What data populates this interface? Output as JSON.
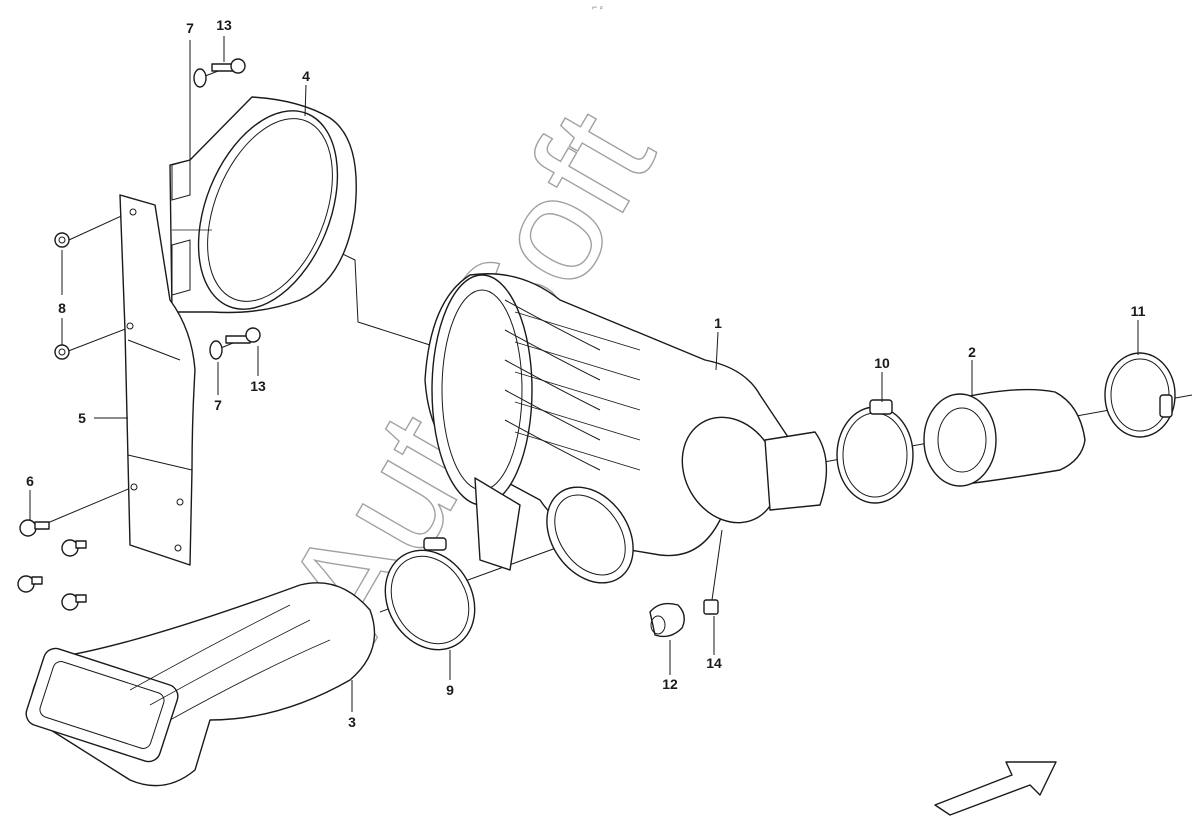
{
  "diagram": {
    "callouts": [
      "1",
      "2",
      "3",
      "4",
      "5",
      "6",
      "7",
      "8",
      "9",
      "10",
      "11",
      "12",
      "13",
      "14"
    ],
    "second_callouts": {
      "c7b": "7",
      "c13b": "13"
    },
    "watermark_text": "AutoSoft",
    "top_mark": "⌐ ⸗",
    "arrow": "direction-arrow",
    "colors": {
      "ink": "#1a1a1a",
      "background": "#ffffff",
      "watermark": "#555555"
    }
  }
}
